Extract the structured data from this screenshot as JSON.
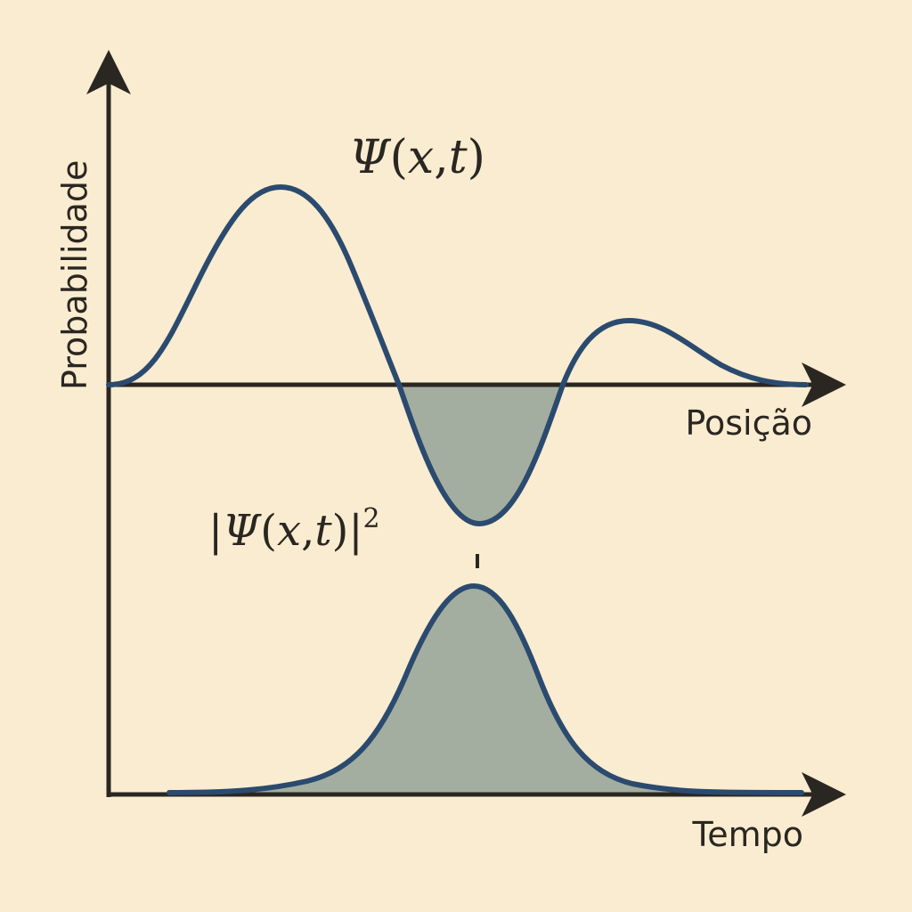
{
  "diagram": {
    "y_axis_label": "Probabilidade",
    "x_axis_label_upper": "Posição",
    "x_axis_label_lower": "Tempo",
    "wavefunction_label": {
      "symbol": "Ψ",
      "open": "(",
      "x": "x",
      "comma": ",",
      "t": "t",
      "close": ")"
    },
    "probability_label": {
      "bar": "|",
      "symbol": "Ψ",
      "open": "(",
      "x": "x",
      "comma": ",",
      "t": "t",
      "close": ")",
      "bar_close": "|",
      "exponent": "2"
    }
  },
  "colors": {
    "background": "#faecd0",
    "axis": "#2a2621",
    "curve": "#2b4a6f",
    "fill": "#a3aea0"
  }
}
